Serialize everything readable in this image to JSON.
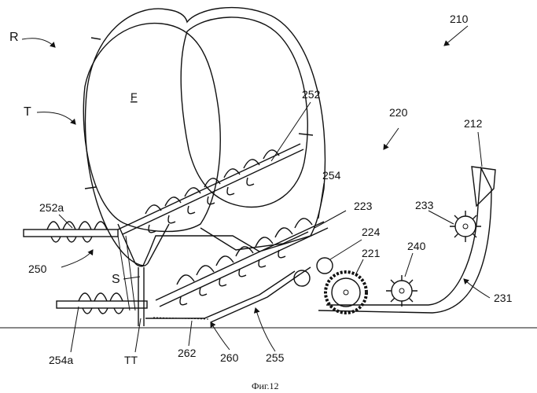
{
  "figure": {
    "caption": "Фиг.12",
    "line_color": "#111111",
    "background": "#ffffff"
  },
  "labels": {
    "R": "R",
    "n210": "210",
    "T": "T",
    "F": "F",
    "n252": "252",
    "n220": "220",
    "n212": "212",
    "n252a": "252a",
    "n254": "254",
    "n223": "223",
    "n224": "224",
    "n233": "233",
    "n250": "250",
    "n240": "240",
    "S": "S",
    "n221": "221",
    "n231": "231",
    "n254a": "254a",
    "TT": "TT",
    "n262": "262",
    "n260": "260",
    "n255": "255"
  }
}
